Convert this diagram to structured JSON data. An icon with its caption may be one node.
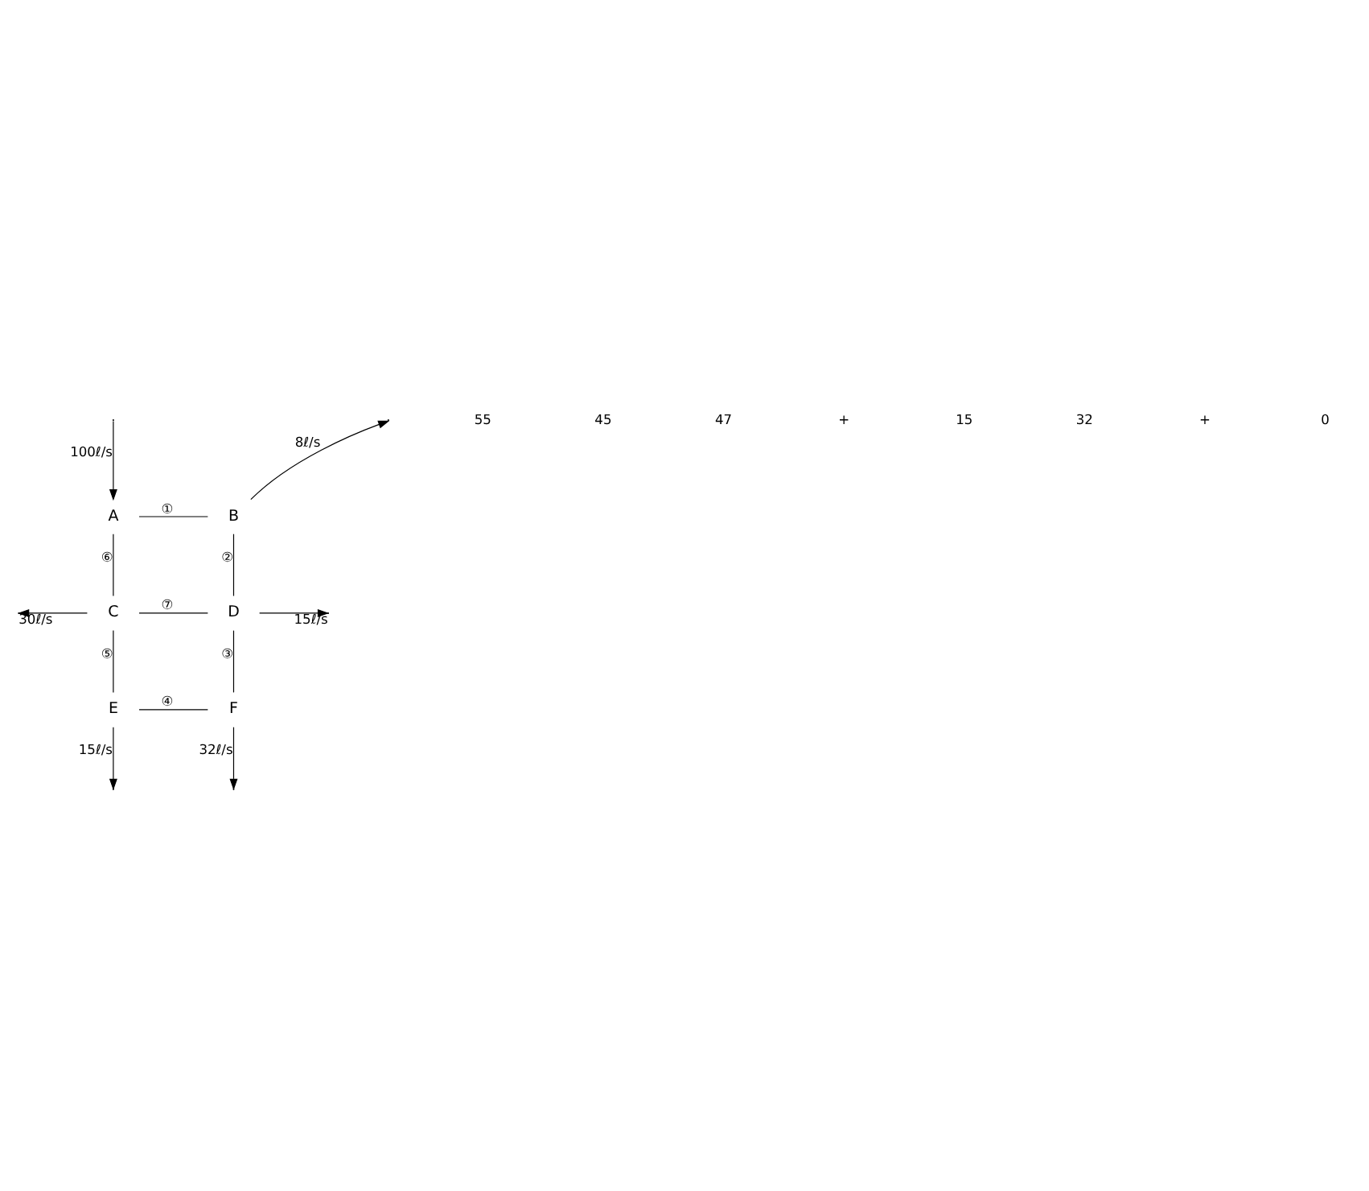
{
  "diagram": {
    "nodes": [
      {
        "text": [
          "A"
        ]
      },
      {
        "text": [
          "B"
        ]
      },
      {
        "text": [
          "C"
        ]
      },
      {
        "text": [
          "D"
        ]
      },
      {
        "text": [
          "E"
        ]
      },
      {
        "text": [
          "F"
        ]
      }
    ],
    "edges": [
      {
        "from": null,
        "to": 0,
        "arrow": "to",
        "label": "100ℓ/s"
      },
      {
        "from": 1,
        "to": null,
        "arrow": "to",
        "label": "8ℓ/s"
      },
      {
        "from": 2,
        "to": null,
        "arrow": "to",
        "label": "30ℓ/s"
      },
      {
        "from": 3,
        "to": null,
        "arrow": "to",
        "label": "15ℓ/s"
      },
      {
        "from": 4,
        "to": null,
        "arrow": "to",
        "label": "15ℓ/s"
      },
      {
        "from": 5,
        "to": null,
        "arrow": "to",
        "label": "32ℓ/s"
      },
      {
        "from": 0,
        "to": 1,
        "arrow": "none",
        "label": "①"
      },
      {
        "from": 1,
        "to": 3,
        "arrow": "none",
        "label": "②"
      },
      {
        "from": 3,
        "to": 5,
        "arrow": "none",
        "label": "③"
      },
      {
        "from": 4,
        "to": 5,
        "arrow": "none",
        "label": "④"
      },
      {
        "from": 2,
        "to": 4,
        "arrow": "none",
        "label": "⑤"
      },
      {
        "from": 0,
        "to": 2,
        "arrow": "none",
        "label": "⑥"
      },
      {
        "from": 2,
        "to": 3,
        "arrow": "none",
        "label": "⑦"
      }
    ],
    "labels": [
      "55",
      "45",
      "47",
      "+",
      "15",
      "32",
      "+",
      "0"
    ]
  }
}
